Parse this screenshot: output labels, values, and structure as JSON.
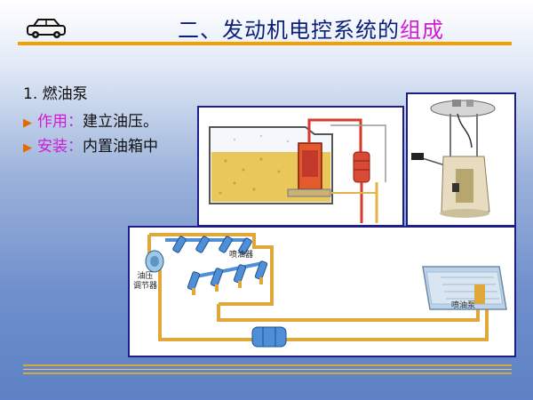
{
  "header": {
    "title_main": "二、发动机电控系统的",
    "title_highlight": "组成",
    "colors": {
      "title": "#0b1f7a",
      "highlight": "#d21ad6",
      "rule": "#f2a100"
    }
  },
  "icons": {
    "logo": "car-icon",
    "bullet": "arrow-right-icon"
  },
  "section": {
    "heading": "1. 燃油泵",
    "bullets": [
      {
        "key": "作用：",
        "text": "建立油压。"
      },
      {
        "key": "安装：",
        "text": "内置油箱中"
      }
    ]
  },
  "diagram": {
    "label_injector": "喷油器",
    "label_regulator_line1": "油压",
    "label_regulator_line2": "调节器",
    "label_pump": "喷油泵"
  }
}
